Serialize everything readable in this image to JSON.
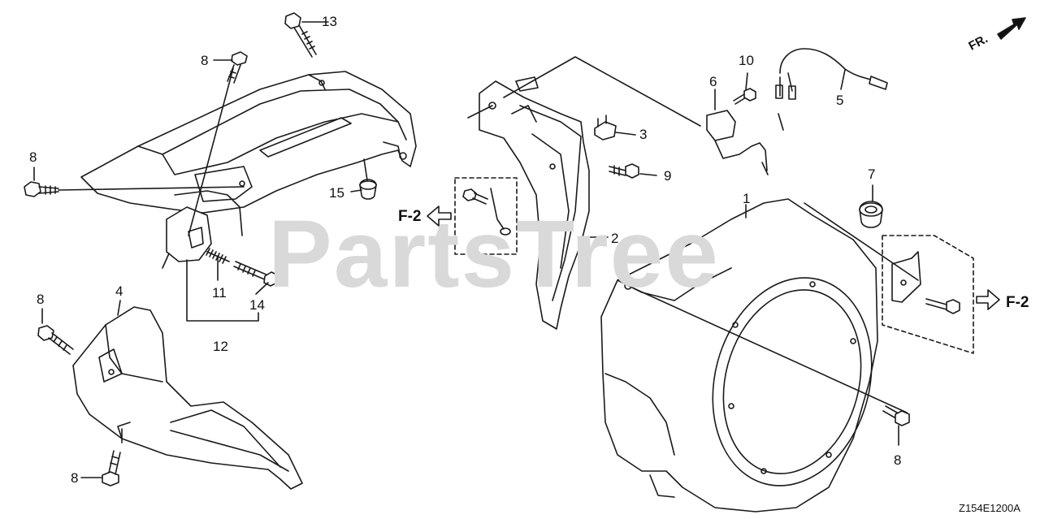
{
  "watermark": "PartsTree",
  "direction_label": "FR.",
  "diagram_code": "Z154E1200A",
  "section_refs": {
    "left": "F-2",
    "right": "F-2"
  },
  "callouts": [
    {
      "id": "c13",
      "text": "13"
    },
    {
      "id": "c8a",
      "text": "8"
    },
    {
      "id": "c8b",
      "text": "8"
    },
    {
      "id": "c15",
      "text": "15"
    },
    {
      "id": "c11",
      "text": "11"
    },
    {
      "id": "c14",
      "text": "14"
    },
    {
      "id": "c12",
      "text": "12"
    },
    {
      "id": "c8c",
      "text": "8"
    },
    {
      "id": "c4",
      "text": "4"
    },
    {
      "id": "c8d",
      "text": "8"
    },
    {
      "id": "c3",
      "text": "3"
    },
    {
      "id": "c9",
      "text": "9"
    },
    {
      "id": "c2",
      "text": "2"
    },
    {
      "id": "c6",
      "text": "6"
    },
    {
      "id": "c10",
      "text": "10"
    },
    {
      "id": "c5",
      "text": "5"
    },
    {
      "id": "c7",
      "text": "7"
    },
    {
      "id": "c1",
      "text": "1"
    },
    {
      "id": "c8e",
      "text": "8"
    }
  ]
}
